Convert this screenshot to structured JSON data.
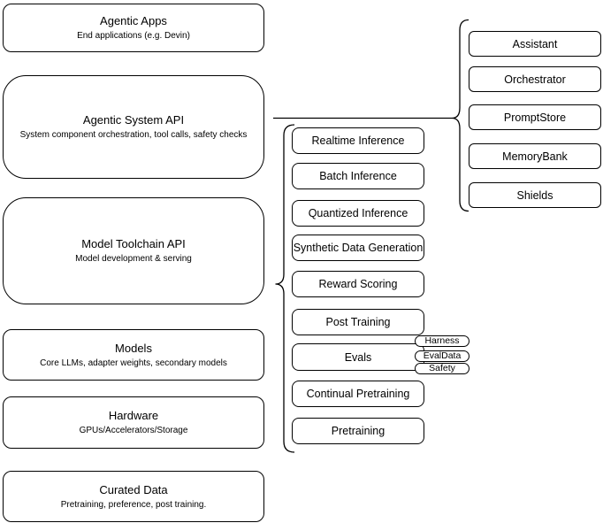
{
  "left_column": [
    {
      "title": "Agentic Apps",
      "subtitle": "End applications (e.g. Devin)"
    },
    {
      "title": "Agentic System API",
      "subtitle": "System component orchestration, tool calls, safety checks"
    },
    {
      "title": "Model Toolchain API",
      "subtitle": "Model development & serving"
    },
    {
      "title": "Models",
      "subtitle": "Core LLMs, adapter weights, secondary models"
    },
    {
      "title": "Hardware",
      "subtitle": "GPUs/Accelerators/Storage"
    },
    {
      "title": "Curated Data",
      "subtitle": "Pretraining, preference, post training."
    }
  ],
  "toolchain_components": [
    "Realtime Inference",
    "Batch Inference",
    "Quantized Inference",
    "Synthetic Data Generation",
    "Reward Scoring",
    "Post Training",
    "Evals",
    "Continual Pretraining",
    "Pretraining"
  ],
  "evals_pills": [
    "Harness",
    "EvalData",
    "Safety"
  ],
  "system_components": [
    "Assistant",
    "Orchestrator",
    "PromptStore",
    "MemoryBank",
    "Shields"
  ],
  "colors": {
    "stroke": "#000000",
    "background": "#ffffff"
  }
}
